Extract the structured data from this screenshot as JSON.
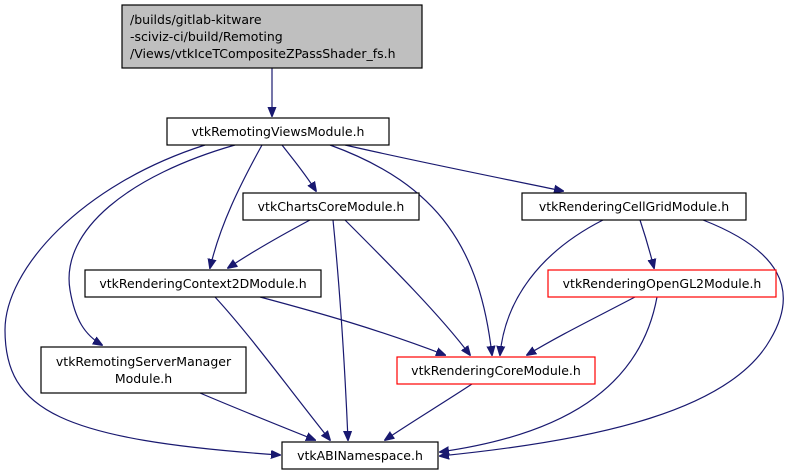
{
  "title": "Include dependency graph",
  "colors": {
    "edge": "#191970",
    "root_fill": "#bfbfbf",
    "node_border": "#000000",
    "truncated_border": "#ff0000",
    "node_fill": "#ffffff"
  },
  "nodes": [
    {
      "id": "root",
      "lines": [
        "/builds/gitlab-kitware",
        "-sciviz-ci/build/Remoting",
        "/Views/vtkIceTCompositeZPassShader_fs.h"
      ],
      "kind": "root"
    },
    {
      "id": "remotingviews",
      "lines": [
        "vtkRemotingViewsModule.h"
      ],
      "kind": "normal"
    },
    {
      "id": "chartscore",
      "lines": [
        "vtkChartsCoreModule.h"
      ],
      "kind": "normal"
    },
    {
      "id": "cellgrid",
      "lines": [
        "vtkRenderingCellGridModule.h"
      ],
      "kind": "normal"
    },
    {
      "id": "context2d",
      "lines": [
        "vtkRenderingContext2DModule.h"
      ],
      "kind": "normal"
    },
    {
      "id": "opengl2",
      "lines": [
        "vtkRenderingOpenGL2Module.h"
      ],
      "kind": "truncated"
    },
    {
      "id": "servermanager",
      "lines": [
        "vtkRemotingServerManager",
        "Module.h"
      ],
      "kind": "normal"
    },
    {
      "id": "renderingcore",
      "lines": [
        "vtkRenderingCoreModule.h"
      ],
      "kind": "truncated"
    },
    {
      "id": "abinamespace",
      "lines": [
        "vtkABINamespace.h"
      ],
      "kind": "normal"
    }
  ],
  "edges": [
    {
      "from": "root",
      "to": "remotingviews"
    },
    {
      "from": "remotingviews",
      "to": "chartscore"
    },
    {
      "from": "remotingviews",
      "to": "cellgrid"
    },
    {
      "from": "remotingviews",
      "to": "context2d"
    },
    {
      "from": "remotingviews",
      "to": "servermanager"
    },
    {
      "from": "remotingviews",
      "to": "renderingcore"
    },
    {
      "from": "remotingviews",
      "to": "abinamespace"
    },
    {
      "from": "chartscore",
      "to": "context2d"
    },
    {
      "from": "chartscore",
      "to": "renderingcore"
    },
    {
      "from": "chartscore",
      "to": "abinamespace"
    },
    {
      "from": "cellgrid",
      "to": "opengl2"
    },
    {
      "from": "cellgrid",
      "to": "renderingcore"
    },
    {
      "from": "cellgrid",
      "to": "abinamespace"
    },
    {
      "from": "context2d",
      "to": "renderingcore"
    },
    {
      "from": "context2d",
      "to": "abinamespace"
    },
    {
      "from": "opengl2",
      "to": "renderingcore"
    },
    {
      "from": "opengl2",
      "to": "abinamespace"
    },
    {
      "from": "servermanager",
      "to": "abinamespace"
    },
    {
      "from": "renderingcore",
      "to": "abinamespace"
    }
  ]
}
